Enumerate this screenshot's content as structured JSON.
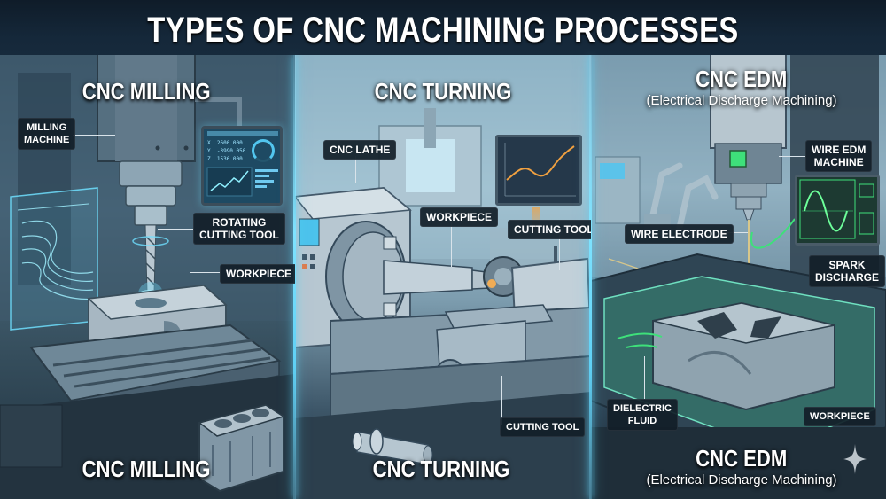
{
  "header": {
    "title": "TYPES OF CNC MACHINING PROCESSES"
  },
  "colors": {
    "background_dark": "#142230",
    "divider_glow": "#5fd0f5",
    "callout_bg": "#121e28",
    "callout_text": "#ffffff",
    "edm_green": "#3ee07a",
    "turning_chart_orange": "#f0a040",
    "spark_yellow": "#ffe27a"
  },
  "panels": [
    {
      "id": "milling",
      "top_title": "CNC MILLING",
      "bottom_title": "CNC MILLING",
      "callouts": [
        {
          "label_line1": "MILLING",
          "label_line2": "MACHINE"
        },
        {
          "label_line1": "ROTATING",
          "label_line2": "CUTTING TOOL"
        },
        {
          "label_line1": "WORKPIECE"
        }
      ],
      "monitor": {
        "readouts": [
          {
            "axis": "X",
            "value": "2600.000"
          },
          {
            "axis": "Y",
            "value": "-3990.050"
          },
          {
            "axis": "Z",
            "value": "1536.000"
          }
        ]
      },
      "product_icon": "engine-block"
    },
    {
      "id": "turning",
      "top_title": "CNC TURNING",
      "bottom_title": "CNC TURNING",
      "callouts": [
        {
          "label_line1": "CNC LATHE"
        },
        {
          "label_line1": "WORKPIECE"
        },
        {
          "label_line1": "CUTTING TOOL"
        },
        {
          "label_line1": "CUTTING TOOL"
        }
      ],
      "product_icon": "turned-shaft"
    },
    {
      "id": "edm",
      "top_title": "CNC EDM",
      "top_subtitle": "(Electrical Discharge Machining)",
      "bottom_title": "CNC EDM",
      "bottom_subtitle": "(Electrical Discharge Machining)",
      "callouts": [
        {
          "label_line1": "WIRE EDM",
          "label_line2": "MACHINE"
        },
        {
          "label_line1": "WIRE ELECTRODE"
        },
        {
          "label_line1": "SPARK",
          "label_line2": "DISCHARGE"
        },
        {
          "label_line1": "DIELECTRIC",
          "label_line2": "FLUID"
        },
        {
          "label_line1": "WORKPIECE"
        }
      ]
    }
  ],
  "watermark_icon": "sparkle-star"
}
